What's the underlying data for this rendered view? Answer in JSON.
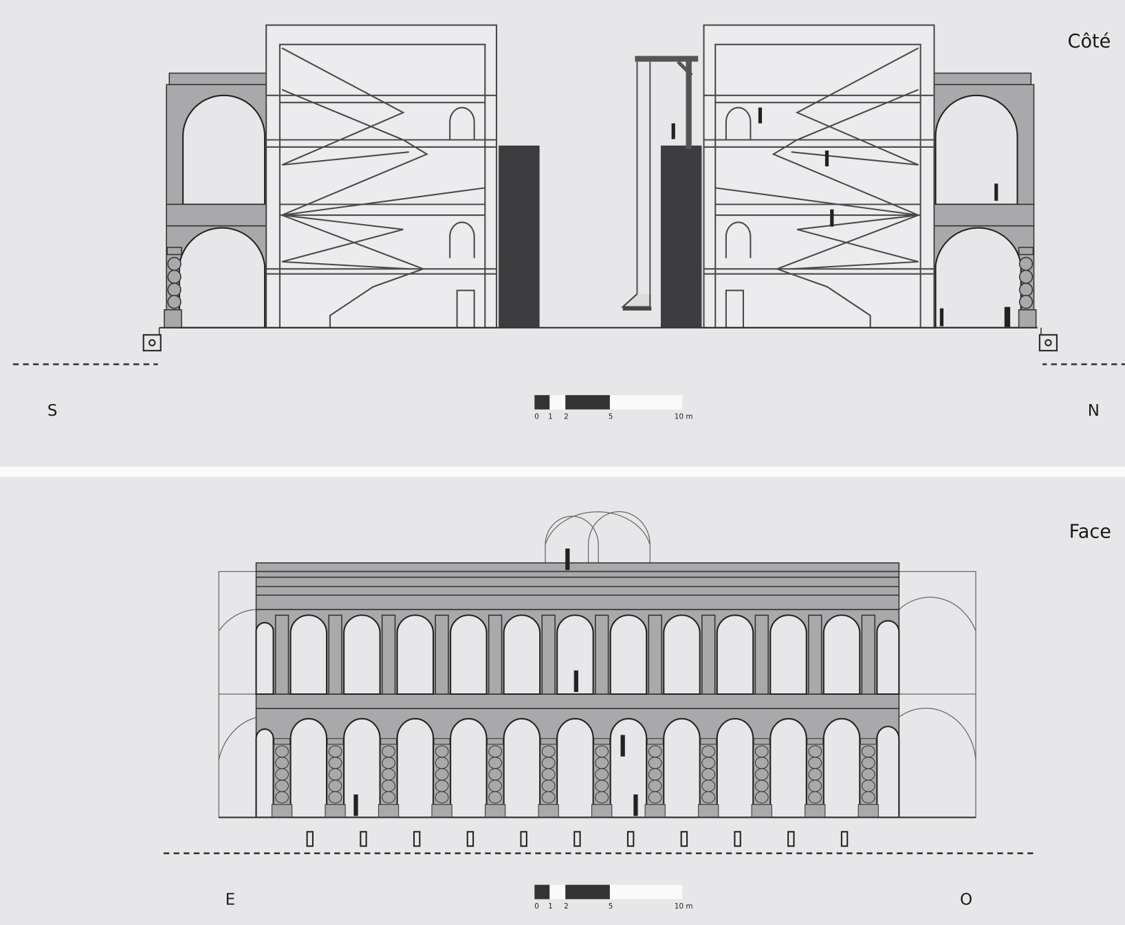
{
  "sections": [
    {
      "title": "Côté",
      "left_orientation": "S",
      "right_orientation": "N"
    },
    {
      "title": "Face",
      "left_orientation": "E",
      "right_orientation": "O"
    }
  ],
  "scale_bar": {
    "ticks": [
      "0",
      "1",
      "2",
      "5",
      "10 m"
    ]
  },
  "colors": {
    "background": "#e7e7e9",
    "structure_grey": "#a9a9ab",
    "dark_block": "#3d3d3f",
    "separator": "#ffffff"
  }
}
